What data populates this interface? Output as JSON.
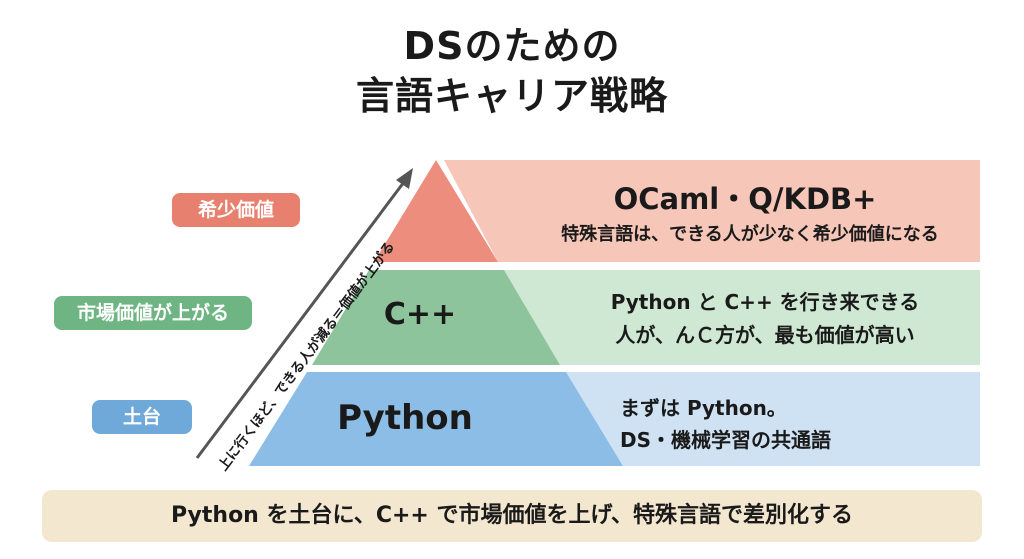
{
  "title": {
    "line1": "DSのための",
    "line2": "言語キャリア戦略"
  },
  "colors": {
    "top": "#ec8d7d",
    "top_band": "#f6c6b8",
    "middle": "#8dc49b",
    "middle_band": "#cfe8d3",
    "bottom": "#8cbde6",
    "bottom_band": "#cfe2f3",
    "footer": "#f3e7cf"
  },
  "left_labels": {
    "top": "希少価値",
    "middle": "市場価値が上がる",
    "bottom": "土台"
  },
  "arrow_text": "上に行くほど、できる人が減る＝価値が上がる",
  "tiers": {
    "top": {
      "name": "OCaml・Q/KDB+",
      "desc": "特殊言語は、できる人が少なく希少価値になる"
    },
    "middle": {
      "name": "C++",
      "desc_line1": "Python と C++ を行き来できる",
      "desc_line2": "人が、んＣ方が、最も価値が高い"
    },
    "bottom": {
      "name": "Python",
      "desc_line1": "まずは Python。",
      "desc_line2": "DS・機械学習の共通語"
    }
  },
  "footer": "Python を土台に、C++ で市場価値を上げ、特殊言語で差別化する"
}
